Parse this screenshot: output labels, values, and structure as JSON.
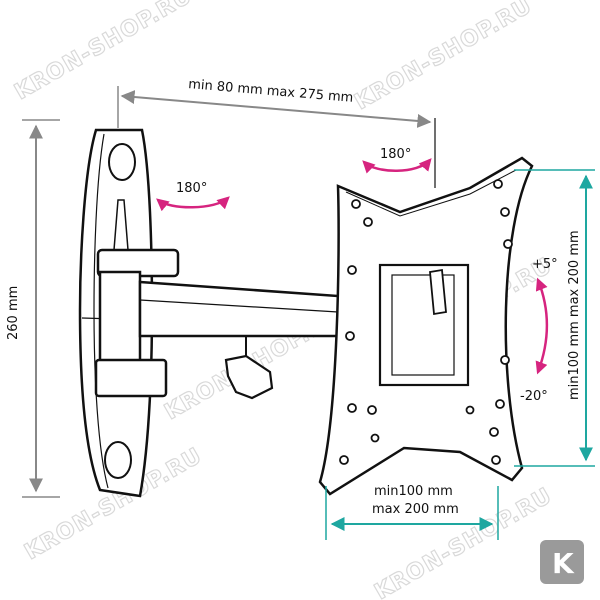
{
  "dimensions": {
    "arm_extension": "min 80 mm max 275 mm",
    "wall_plate_height": "260 mm",
    "vesa_vertical": "min100 mm max 200 mm",
    "vesa_horizontal_line1": "min100 mm",
    "vesa_horizontal_line2": "max 200 mm"
  },
  "rotation": {
    "wall_swivel": "180°",
    "tv_swivel": "180°",
    "tilt_up": "+5°",
    "tilt_down": "-20°"
  },
  "watermark": {
    "text": "KRON-SHOP.RU"
  },
  "badge": {
    "letter": "K"
  },
  "colors": {
    "dimension_gray": "#888888",
    "rotation_magenta": "#d6247f",
    "vesa_teal": "#1ea7a0",
    "outline": "#111111",
    "badge_gray": "#9a9a9a"
  }
}
